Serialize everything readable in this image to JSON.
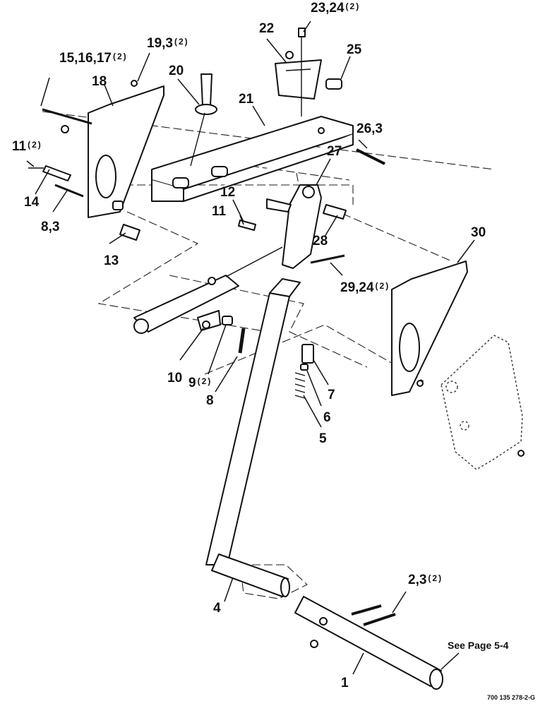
{
  "callouts": [
    {
      "id": "c1",
      "text": "1",
      "qty": ""
    },
    {
      "id": "c2",
      "text": "2,3",
      "qty": "(2)"
    },
    {
      "id": "c4",
      "text": "4",
      "qty": ""
    },
    {
      "id": "c5",
      "text": "5",
      "qty": ""
    },
    {
      "id": "c6",
      "text": "6",
      "qty": ""
    },
    {
      "id": "c7",
      "text": "7",
      "qty": ""
    },
    {
      "id": "c8",
      "text": "8",
      "qty": ""
    },
    {
      "id": "c9",
      "text": "9",
      "qty": "(2)"
    },
    {
      "id": "c10",
      "text": "10",
      "qty": ""
    },
    {
      "id": "c11a",
      "text": "11",
      "qty": "(2)"
    },
    {
      "id": "c11b",
      "text": "11",
      "qty": ""
    },
    {
      "id": "c12",
      "text": "12",
      "qty": ""
    },
    {
      "id": "c13",
      "text": "13",
      "qty": ""
    },
    {
      "id": "c14",
      "text": "14",
      "qty": ""
    },
    {
      "id": "c15",
      "text": "15,16,17",
      "qty": "(2)"
    },
    {
      "id": "c18",
      "text": "18",
      "qty": ""
    },
    {
      "id": "c19",
      "text": "19,3",
      "qty": "(2)"
    },
    {
      "id": "c20",
      "text": "20",
      "qty": ""
    },
    {
      "id": "c21",
      "text": "21",
      "qty": ""
    },
    {
      "id": "c22",
      "text": "22",
      "qty": ""
    },
    {
      "id": "c23",
      "text": "23,24",
      "qty": "(2)"
    },
    {
      "id": "c25",
      "text": "25",
      "qty": ""
    },
    {
      "id": "c26",
      "text": "26,3",
      "qty": ""
    },
    {
      "id": "c27",
      "text": "27",
      "qty": ""
    },
    {
      "id": "c28",
      "text": "28",
      "qty": ""
    },
    {
      "id": "c29",
      "text": "29,24",
      "qty": "(2)"
    },
    {
      "id": "c30",
      "text": "30",
      "qty": ""
    },
    {
      "id": "c83",
      "text": "8,3",
      "qty": ""
    }
  ],
  "note": "See Page 5-4",
  "drawing_code": "700 135 278-2-G"
}
